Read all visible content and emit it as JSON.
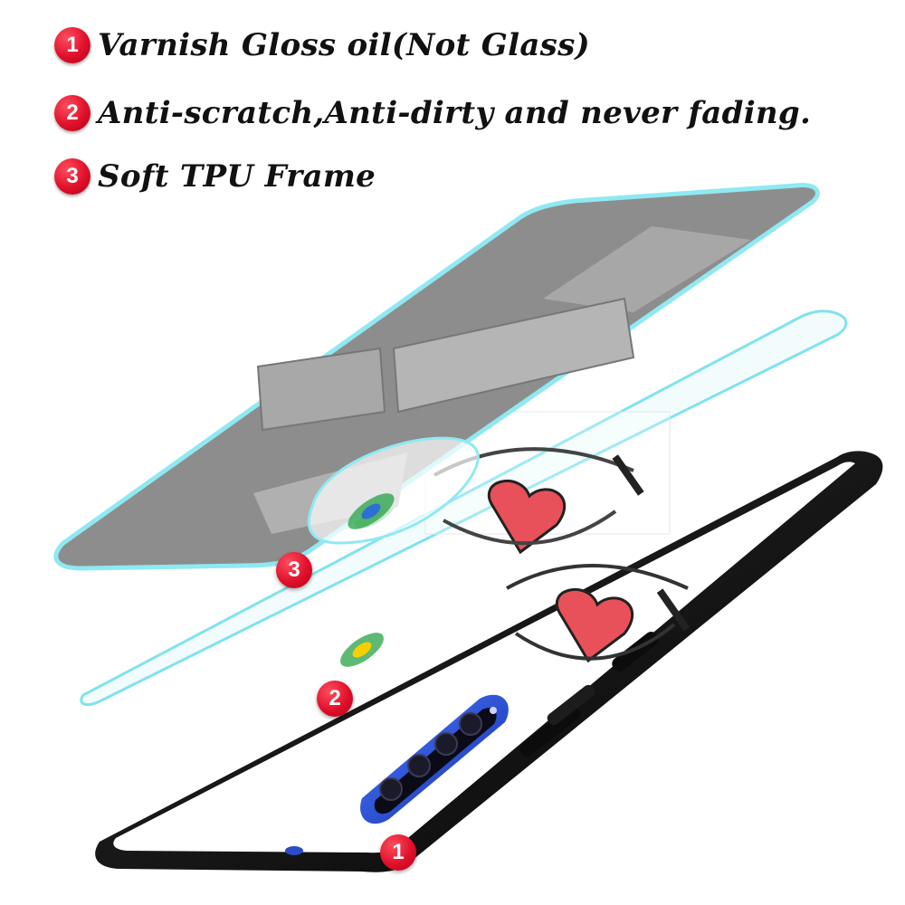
{
  "features": [
    {
      "num": "1",
      "text": "Varnish Gloss oil(Not Glass)"
    },
    {
      "num": "2",
      "text": "Anti-scratch,Anti-dirty and never fading."
    },
    {
      "num": "3",
      "text": "Soft TPU Frame"
    }
  ],
  "callouts": {
    "top_layer": "3",
    "middle_layer": "2",
    "base_layer": "1"
  },
  "colors": {
    "badge_red": "#e0102a",
    "glass_cyan": "#7fe3ee",
    "case_black": "#111111",
    "camera_blue": "#1f4fd6",
    "heart_red": "#e8515a"
  }
}
